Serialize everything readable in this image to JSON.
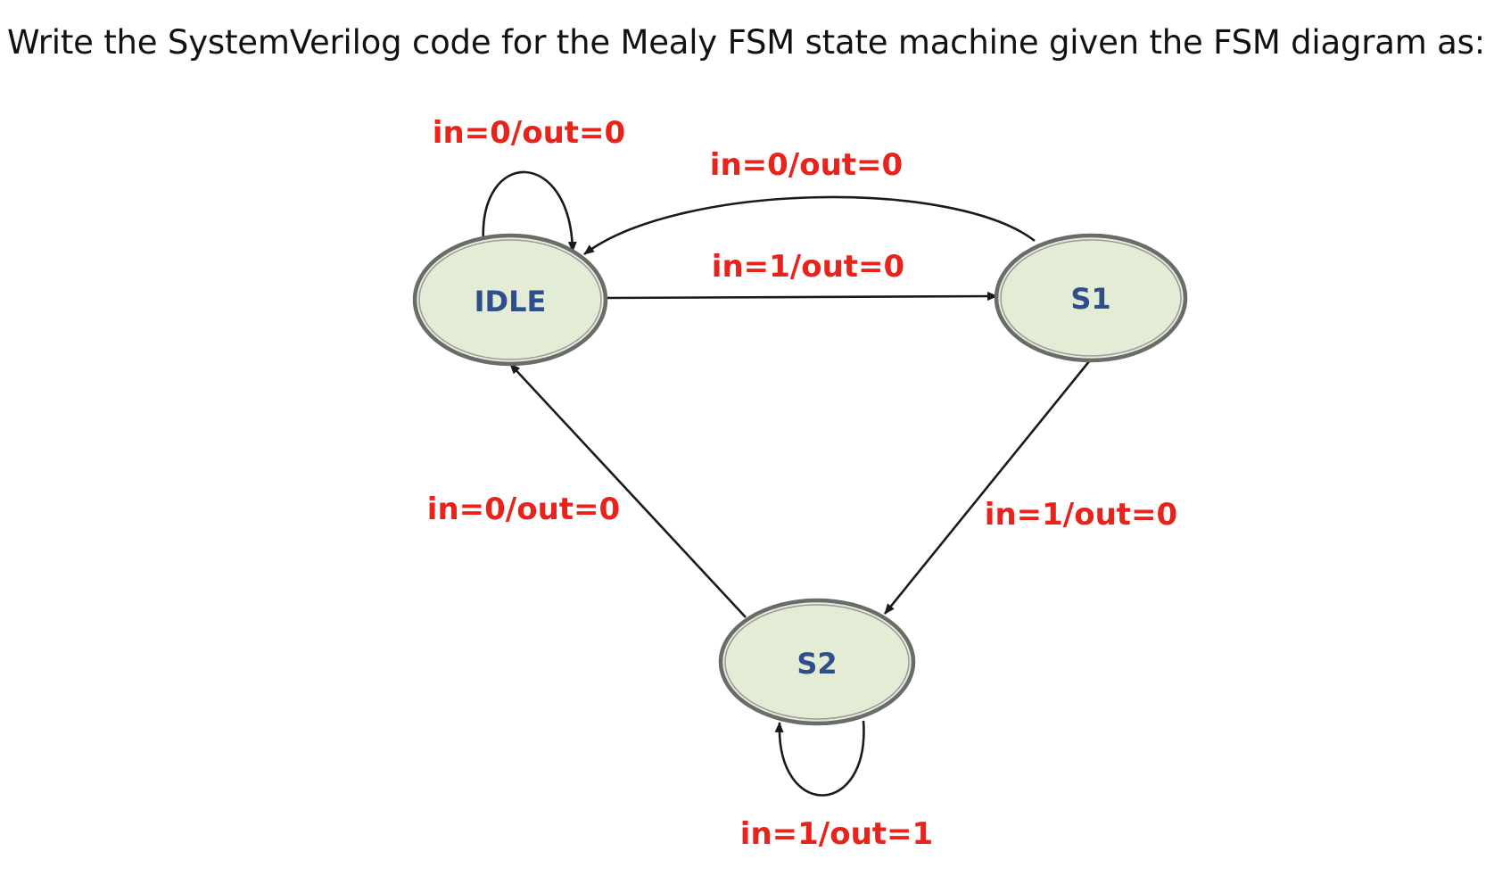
{
  "question": {
    "text": "Write the SystemVerilog code for the Mealy FSM state machine given the FSM diagram as:"
  },
  "colors": {
    "state_fill": "#e3edd6",
    "state_border": "#6b6b6b",
    "state_text": "#2e4f8a",
    "transition_label": "#e8231c",
    "arrow": "#1a1a1a"
  },
  "diagram": {
    "states": [
      {
        "id": "IDLE",
        "label": "IDLE"
      },
      {
        "id": "S1",
        "label": "S1"
      },
      {
        "id": "S2",
        "label": "S2"
      }
    ],
    "transitions": [
      {
        "from": "IDLE",
        "to": "IDLE",
        "label": "in=0/out=0"
      },
      {
        "from": "S1",
        "to": "IDLE",
        "label": "in=0/out=0"
      },
      {
        "from": "IDLE",
        "to": "S1",
        "label": "in=1/out=0"
      },
      {
        "from": "S2",
        "to": "IDLE",
        "label": "in=0/out=0"
      },
      {
        "from": "S1",
        "to": "S2",
        "label": "in=1/out=0"
      },
      {
        "from": "S2",
        "to": "S2",
        "label": "in=1/out=1"
      }
    ]
  }
}
